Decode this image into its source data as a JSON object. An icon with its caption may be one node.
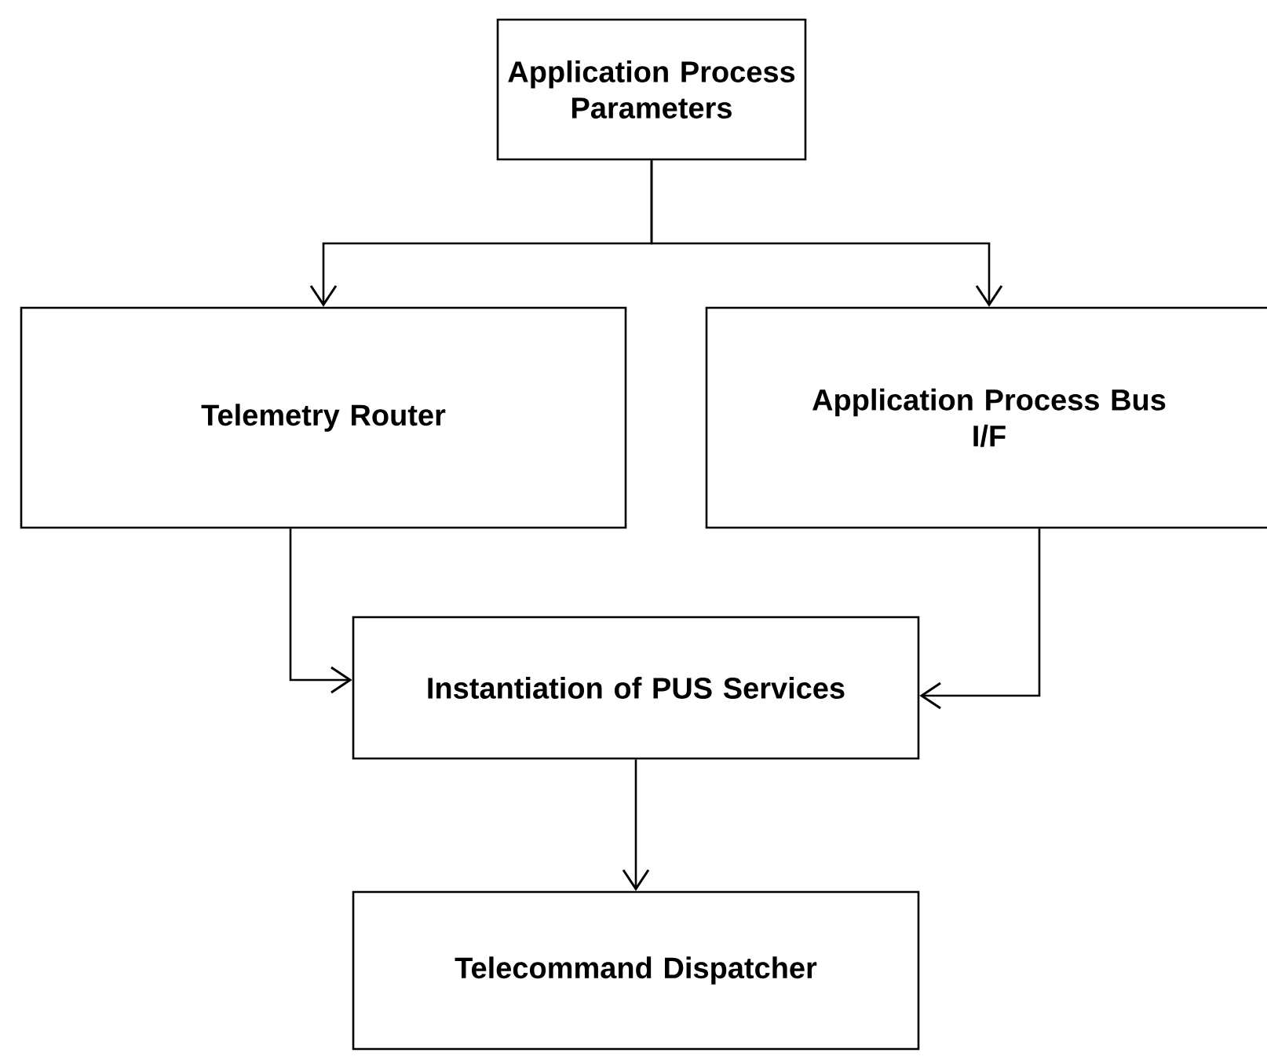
{
  "diagram": {
    "nodes": [
      {
        "text": [
          "Application Process Parameters"
        ]
      },
      {
        "text": [
          "Telemetry Router"
        ]
      },
      {
        "text": [
          "Application Process Bus",
          "I/F"
        ]
      },
      {
        "text": [
          "Instantiation of PUS Services"
        ]
      },
      {
        "text": [
          "Telecommand Dispatcher"
        ]
      }
    ],
    "edges": [
      {
        "from": 0,
        "to": 1,
        "arrow": "to"
      },
      {
        "from": 0,
        "to": 2,
        "arrow": "to"
      },
      {
        "from": 1,
        "to": 3,
        "arrow": "to"
      },
      {
        "from": 2,
        "to": 3,
        "arrow": "to"
      },
      {
        "from": 3,
        "to": 4,
        "arrow": "to"
      }
    ]
  }
}
